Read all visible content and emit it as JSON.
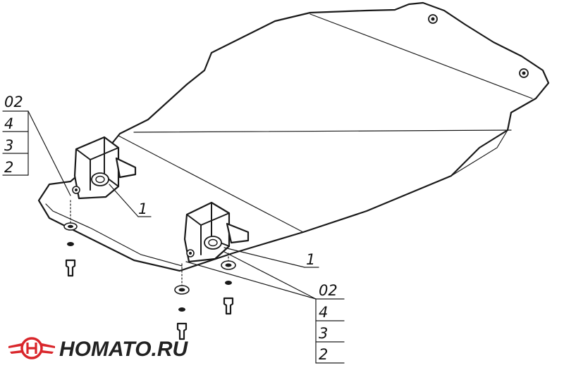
{
  "diagram": {
    "callout_left_stack": [
      "02",
      "4",
      "3",
      "2"
    ],
    "callout_right_stack": [
      "02",
      "4",
      "3",
      "2"
    ],
    "part_label_left": "1",
    "part_label_right": "1"
  },
  "logo": {
    "text": "HOMATO.RU",
    "accent_color": "#d9262b",
    "text_color": "#222222"
  }
}
